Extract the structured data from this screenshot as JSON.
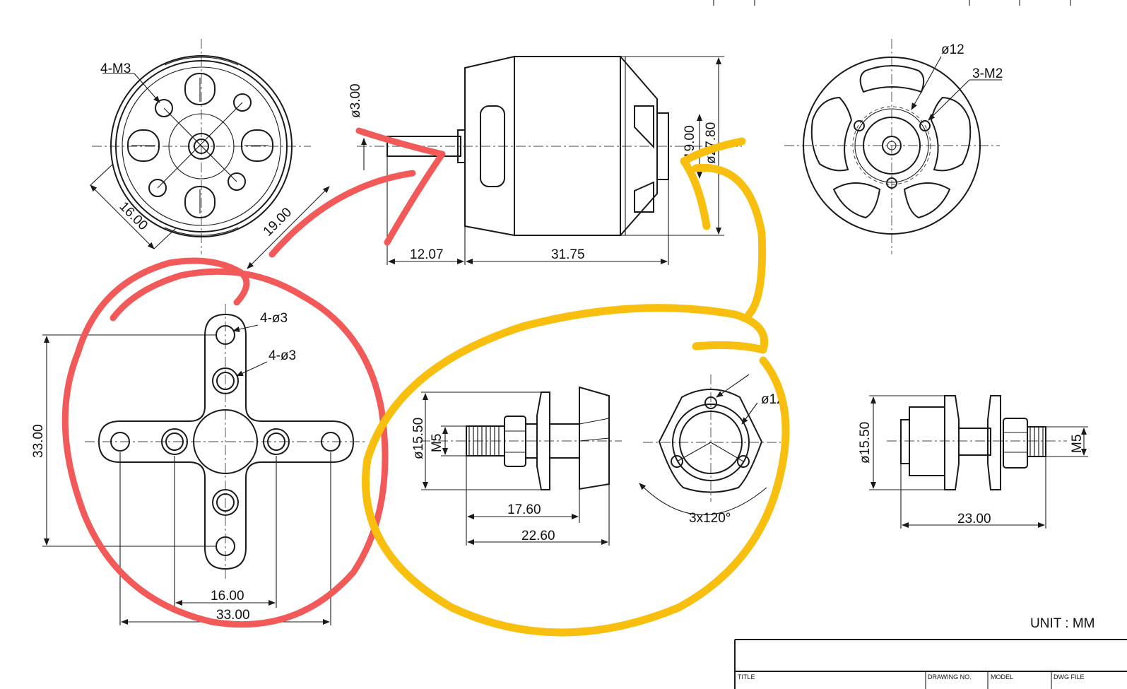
{
  "labels": {
    "front_holes": "4-M3",
    "shaft_dia": "ø3.00",
    "front_dim_16": "16.00",
    "front_dim_19": "19.00",
    "shaft_len": "12.07",
    "body_len": "31.75",
    "side_dim_a": "19.00",
    "side_dim_b": "ø27.80",
    "rear_dia": "ø12",
    "rear_holes": "3-M2",
    "mount_hole_a": "4-ø3",
    "mount_hole_b": "4-ø3",
    "mount_height": "33.00",
    "mount_inner": "16.00",
    "mount_width": "33.00",
    "adapter_dia": "ø15.50",
    "adapter_thread": "M5",
    "adapter_len_a": "17.60",
    "adapter_len_b": "22.60",
    "collet_dia": "ø12",
    "collet_angle": "3x120°",
    "adapter2_dia": "ø15.50",
    "adapter2_thread": "M5",
    "adapter2_len": "23.00",
    "unit": "UNIT  :  MM",
    "title_cells": [
      "TITLE",
      "DRAWING NO.",
      "MODEL",
      "DWG FILE"
    ]
  },
  "colors": {
    "red_marker": "#f25a5a",
    "yellow_marker": "#f8bf0e",
    "line": "#1a1a1a"
  }
}
